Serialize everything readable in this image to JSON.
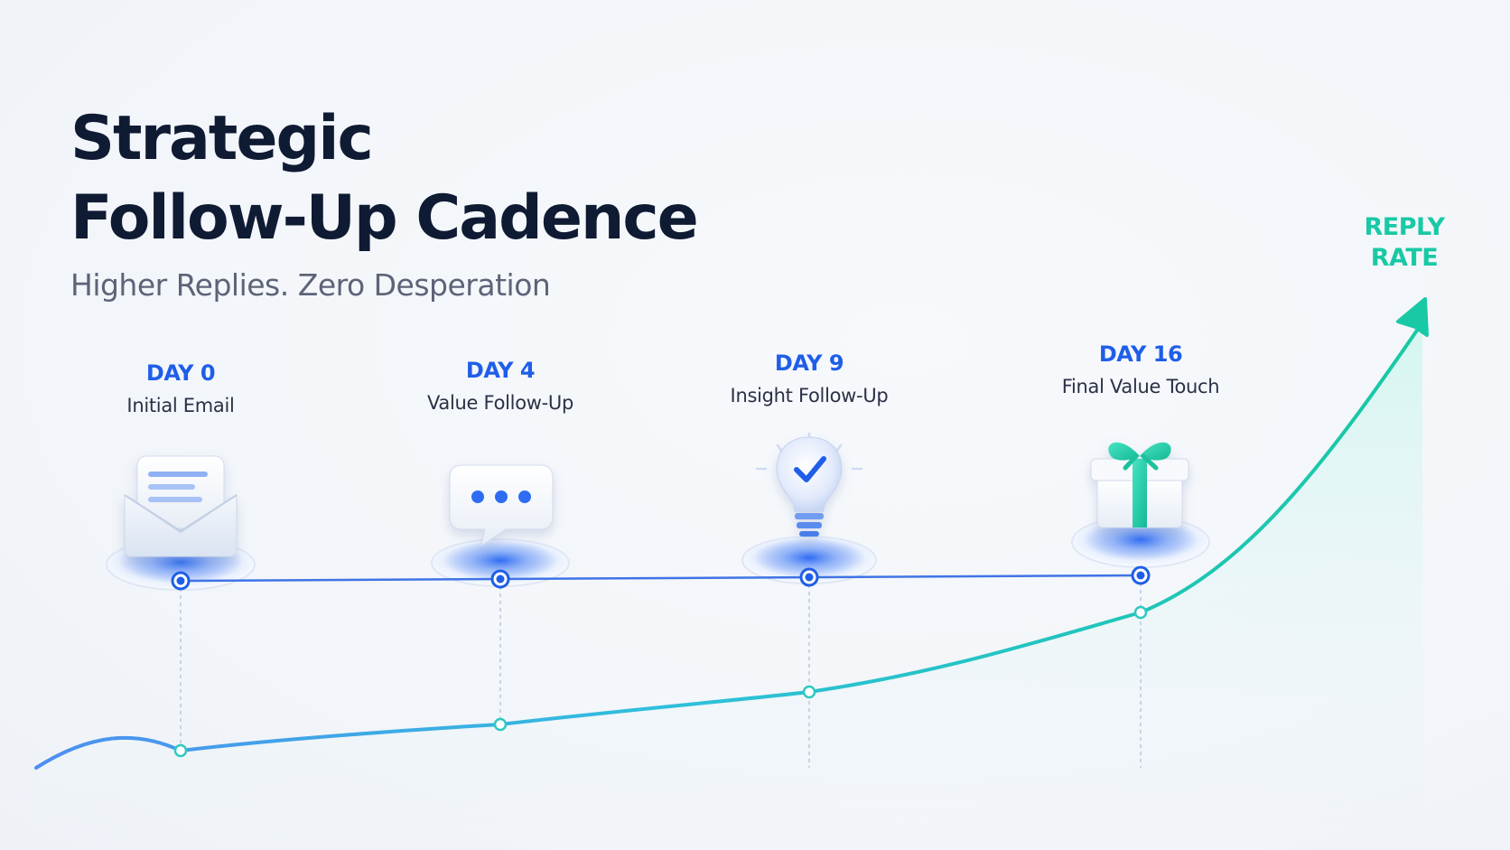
{
  "title": {
    "line1": "Strategic",
    "line2": "Follow-Up Cadence"
  },
  "subtitle": "Higher Replies. Zero Desperation",
  "steps": [
    {
      "day": "DAY 0",
      "label": "Initial Email",
      "icon": "envelope-icon"
    },
    {
      "day": "DAY 4",
      "label": "Value Follow-Up",
      "icon": "chat-bubble-icon"
    },
    {
      "day": "DAY 9",
      "label": "Insight Follow-Up",
      "icon": "lightbulb-icon"
    },
    {
      "day": "DAY 16",
      "label": "Final Value Touch",
      "icon": "gift-icon"
    }
  ],
  "curve_label": {
    "line1": "REPLY",
    "line2": "RATE"
  },
  "colors": {
    "title": "#0f1a33",
    "subtitle": "#5d6478",
    "accent_blue": "#1f5ee8",
    "accent_teal": "#19c9a6",
    "label": "#2b3146"
  }
}
